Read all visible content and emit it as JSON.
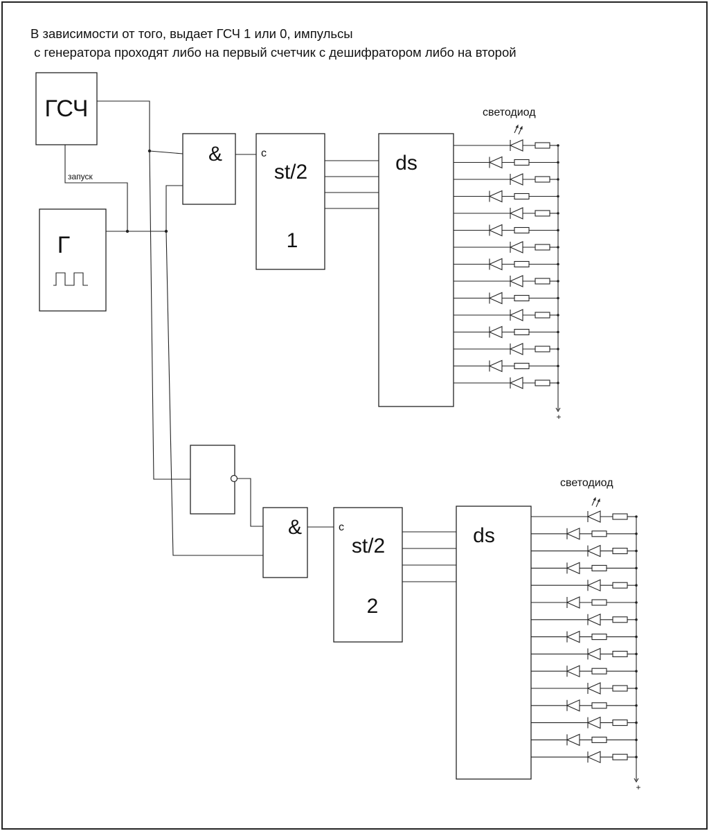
{
  "caption": {
    "line1": "В зависимости от того, выдает ГСЧ 1 или 0, импульсы",
    "line2": " с генератора проходят либо на первый счетчик с дешифратором либо на второй"
  },
  "blocks": {
    "rng_label": "ГСЧ",
    "gen_label": "Г",
    "start_label": "запуск",
    "and_label": "&",
    "counter_clock": "c",
    "counter_type": "st/2",
    "decoder_label": "ds",
    "led_label": "светодиод",
    "plus_sign": "+"
  },
  "channels": [
    {
      "counter_number": "1",
      "led_count": 15
    },
    {
      "counter_number": "2",
      "led_count": 15
    }
  ]
}
